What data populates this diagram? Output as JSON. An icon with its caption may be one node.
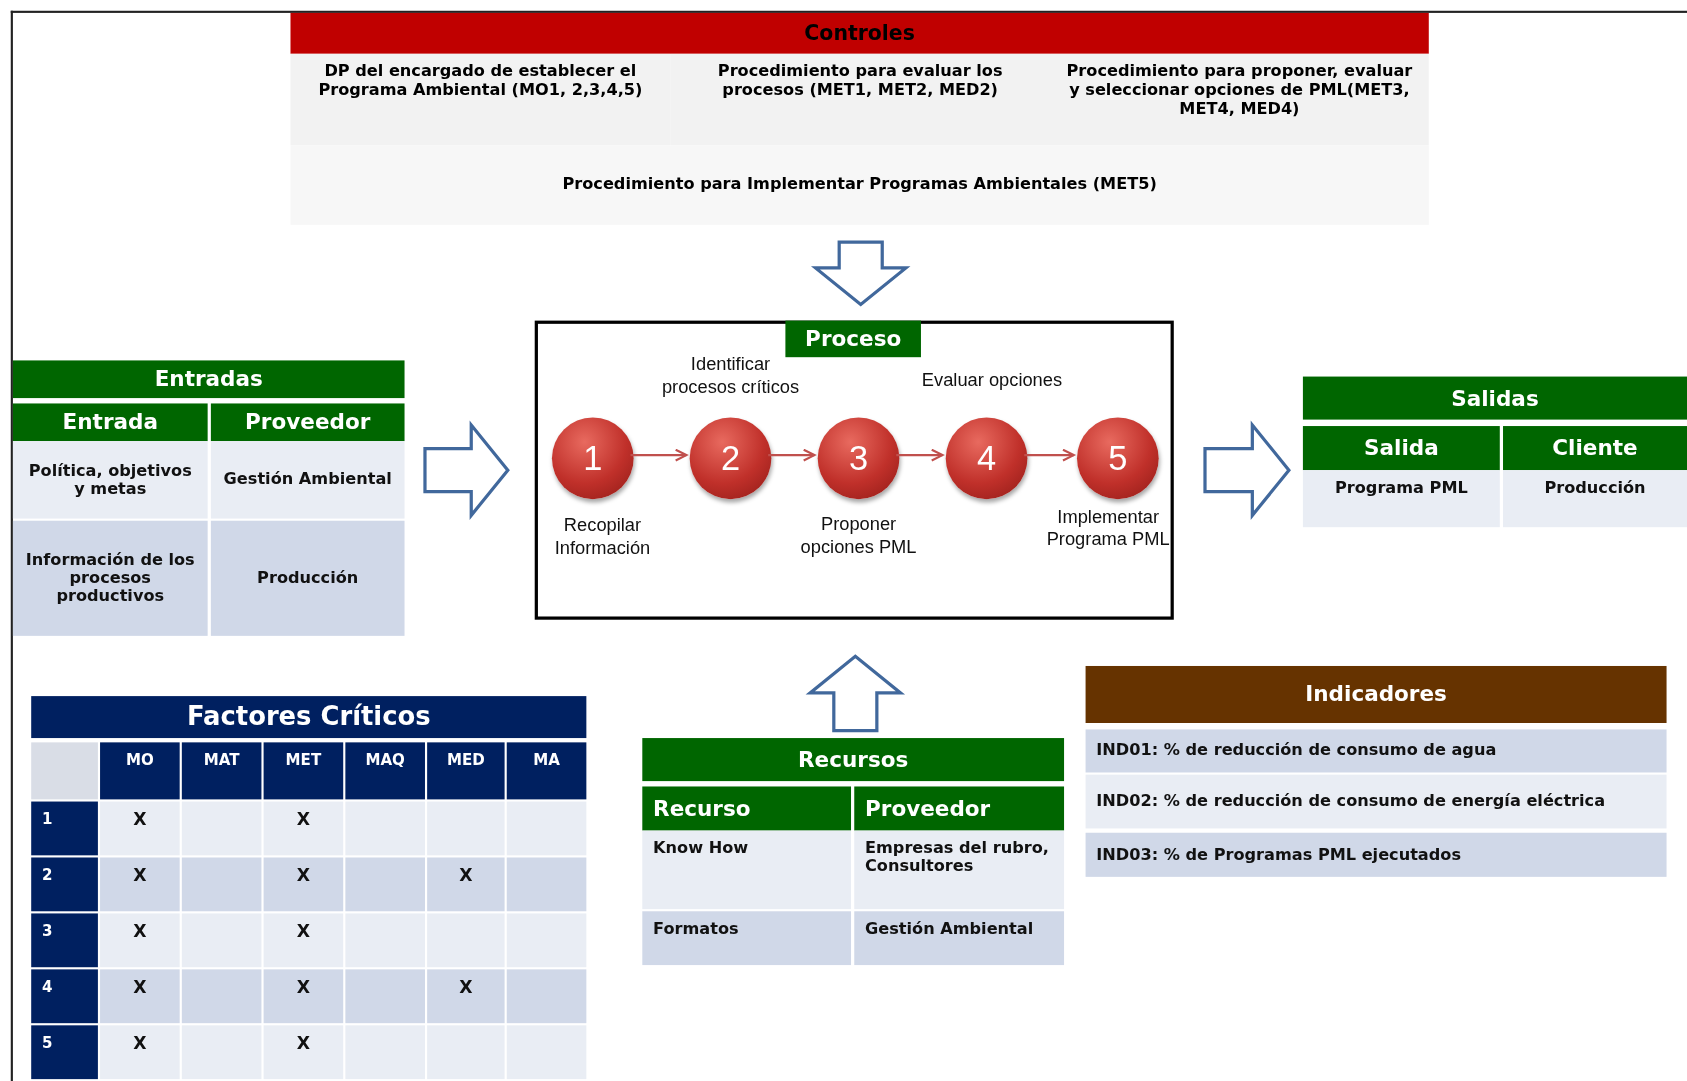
{
  "diagram": {
    "nodes": [
      {
        "text": [
          "Controles",
          "DP del encargado de establecer el Programa Ambiental (MO1, 2,3,4,5)",
          "Procedimiento para evaluar los procesos (MET1, MET2, MED2)",
          "Procedimiento para proponer, evaluar y seleccionar opciones de PML(MET3, MET4, MED4)",
          "Procedimiento para Implementar Programas Ambientales (MET5)"
        ]
      },
      {
        "text": [
          "Entradas",
          "Entrada",
          "Proveedor",
          "Política, objetivos y metas",
          "Gestión Ambiental",
          "Información de los procesos productivos",
          "Producción"
        ]
      },
      {
        "text": [
          "Proceso"
        ]
      },
      {
        "text": [
          "1"
        ],
        "in": 2,
        "beside": [
          "Recopilar Información"
        ]
      },
      {
        "text": [
          "2"
        ],
        "in": 2,
        "beside": [
          "Identificar procesos críticos"
        ]
      },
      {
        "text": [
          "3"
        ],
        "in": 2,
        "beside": [
          "Proponer opciones PML"
        ]
      },
      {
        "text": [
          "4"
        ],
        "in": 2,
        "beside": [
          "Evaluar opciones"
        ]
      },
      {
        "text": [
          "5"
        ],
        "in": 2,
        "beside": [
          "Implementar Programa PML"
        ]
      },
      {
        "text": [
          "Salidas",
          "Salida",
          "Cliente",
          "Programa PML",
          "Producción"
        ]
      },
      {
        "text": [
          "Indicadores",
          "IND01:  % de reducción de consumo de agua",
          "IND02:  % de reducción de consumo de energía eléctrica",
          "IND03:  % de Programas PML ejecutados"
        ]
      },
      {
        "text": [
          "Factores Críticos",
          "MO",
          "MAT",
          "MET",
          "MAQ",
          "MED",
          "MA",
          "1",
          "X",
          "X",
          "2",
          "X",
          "X",
          "X",
          "3",
          "X",
          "X",
          "4",
          "X",
          "X",
          "X",
          "5",
          "X",
          "X"
        ]
      },
      {
        "text": [
          "Recursos",
          "Recurso",
          "Proveedor",
          "Know How",
          "Empresas del rubro, Consultores",
          "Formatos",
          "Gestión Ambiental"
        ]
      }
    ],
    "edges": [
      {
        "from": 0,
        "to": 2,
        "arrow": "to"
      },
      {
        "from": 1,
        "to": 2,
        "arrow": "to"
      },
      {
        "from": 2,
        "to": 8,
        "arrow": "to"
      },
      {
        "from": 11,
        "to": 2,
        "arrow": "to"
      },
      {
        "from": 3,
        "to": 4,
        "arrow": "to",
        "color": "#c0504d"
      },
      {
        "from": 4,
        "to": 5,
        "arrow": "to",
        "color": "#c0504d"
      },
      {
        "from": 5,
        "to": 6,
        "arrow": "to",
        "color": "#c0504d"
      },
      {
        "from": 6,
        "to": 7,
        "arrow": "to",
        "color": "#c0504d"
      }
    ]
  }
}
